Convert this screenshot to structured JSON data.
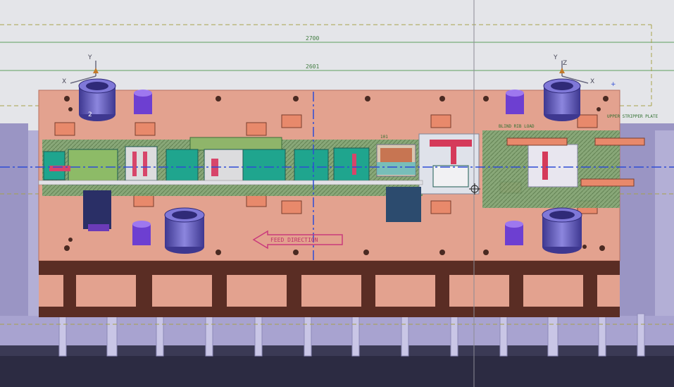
{
  "dimensions": {
    "overall_length": "2700",
    "inner_length": "2601",
    "pilot_label": "101",
    "upper_stripper_label": "UPPER STRIPPER PLATE"
  },
  "annotations": {
    "feed_direction": "FEED DIRECTION",
    "sub_label_right": "BLIND RIB LOAD"
  },
  "axis_labels": {
    "y": "Y",
    "x": "X",
    "z": "Z",
    "two": "2"
  },
  "colors": {
    "background": "#e4e5e9",
    "die_plate": "#e3a28f",
    "base_block": "#5a2d24",
    "press_table": "#8a85b4",
    "guide_posts": "#5b53c3",
    "dim_lines": "#5ea05e",
    "centerline": "#2e4cd6",
    "feed_arrow": "#c93a7c"
  }
}
